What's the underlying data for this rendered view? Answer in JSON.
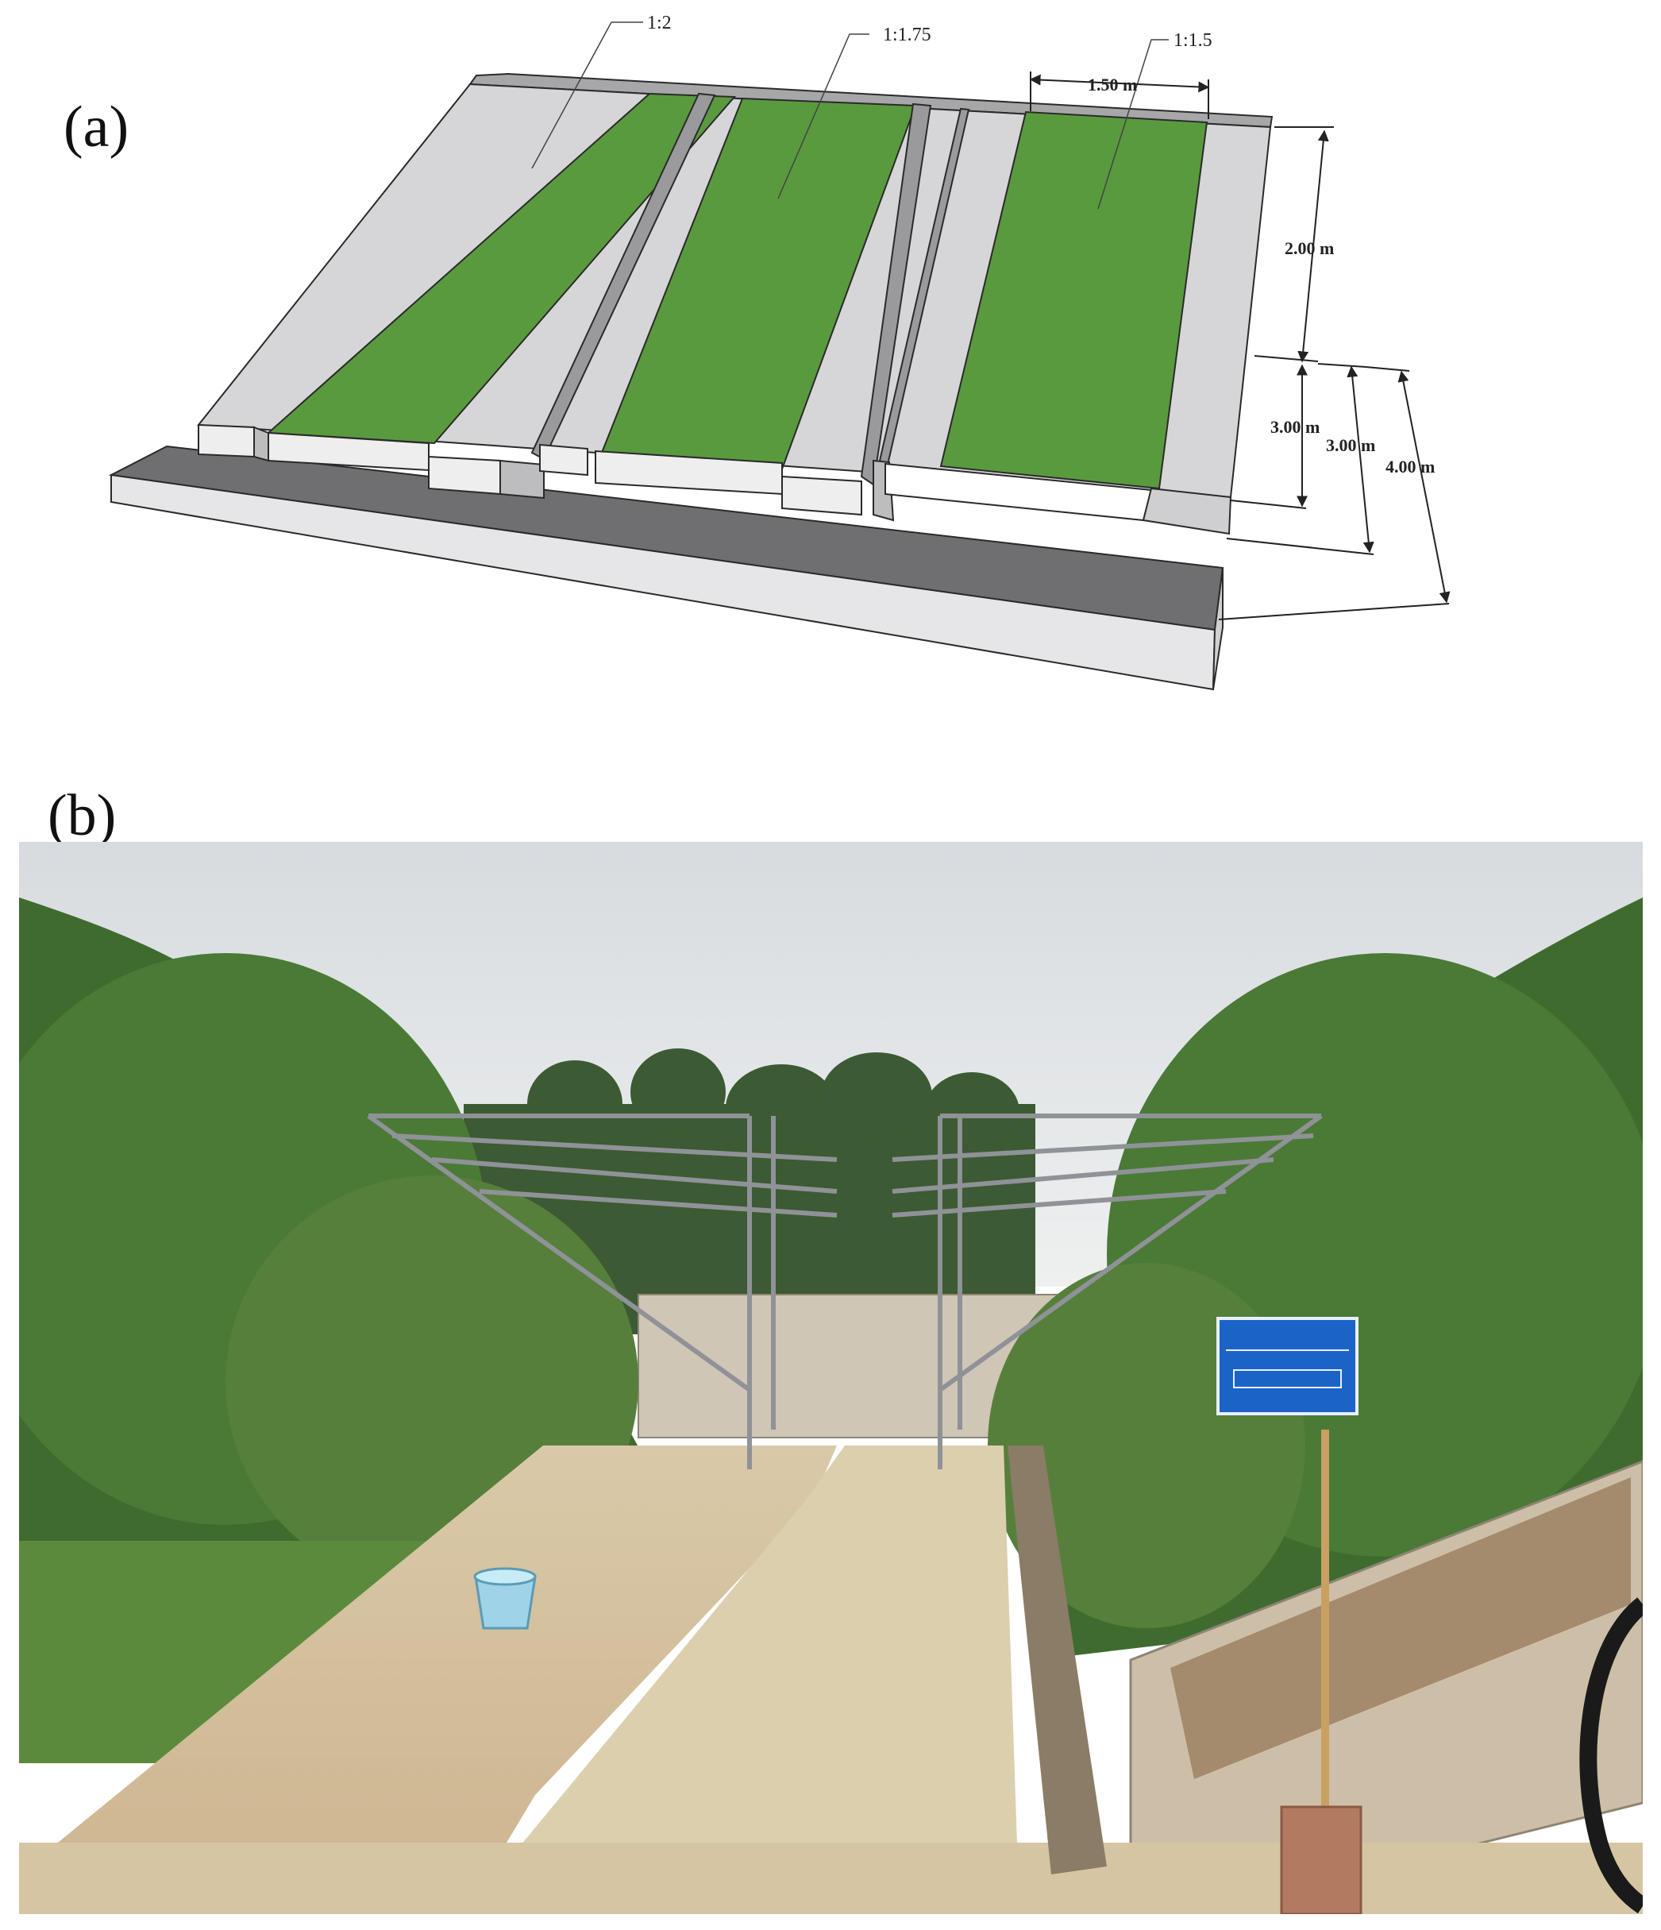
{
  "panels": {
    "a_label": "(a)",
    "b_label": "(b)"
  },
  "diagram": {
    "slope_ratios": [
      "1:2",
      "1:1.75",
      "1:1.5"
    ],
    "dimensions": {
      "plot_width": "1.50 m",
      "upper_length": "2.00 m",
      "lower_length_1": "3.00 m",
      "lower_length_2": "3.00 m",
      "lower_length_3": "4.00 m"
    },
    "colors": {
      "vegetation": "#5a9a3e",
      "concrete_light": "#d6d6d8",
      "concrete_dark": "#707072",
      "outline": "#2a2a2a"
    }
  },
  "photo": {
    "description_icons": [
      "tree-canopy",
      "steel-frame",
      "concrete-ramp",
      "bucket",
      "sign-board"
    ],
    "sign_colors": {
      "board": "#1c63c8",
      "border": "#e8f0ff"
    }
  }
}
